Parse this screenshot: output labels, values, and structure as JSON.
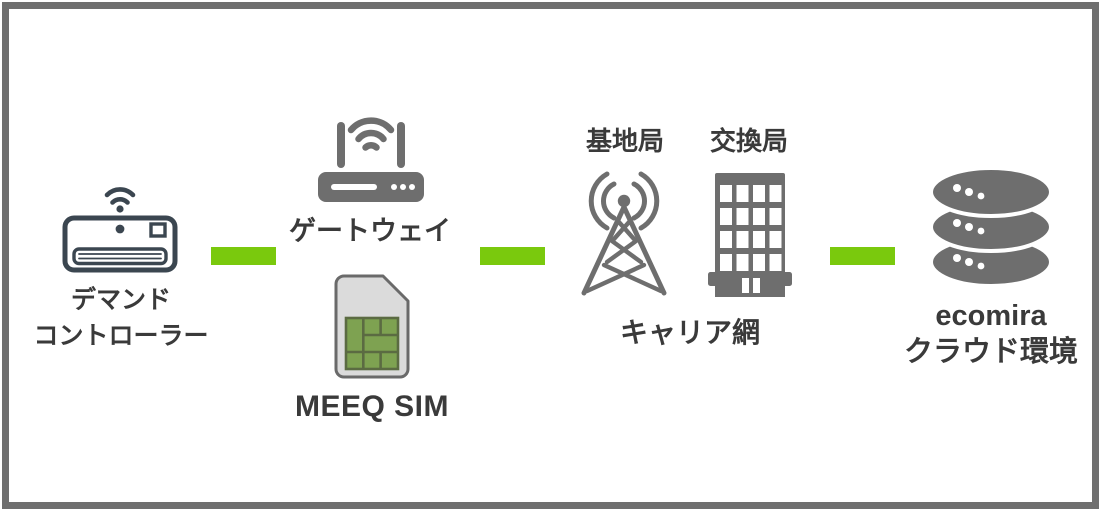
{
  "diagram_title": "demand-controller-to-cloud-connection-diagram",
  "nodes": {
    "demand_controller": {
      "label_line1": "デマンド",
      "label_line2": "コントローラー",
      "icon": "air-conditioner-with-wifi-icon"
    },
    "gateway": {
      "label": "ゲートウェイ",
      "icon": "wifi-router-icon"
    },
    "sim": {
      "label": "MEEQ SIM",
      "icon": "sim-card-icon"
    },
    "carrier": {
      "base_station_label": "基地局",
      "exchange_label": "交換局",
      "label": "キャリア網",
      "icons": [
        "radio-tower-icon",
        "office-building-icon"
      ]
    },
    "cloud": {
      "label_line1": "ecomira",
      "label_line2": "クラウド環境",
      "icon": "database-stack-icon"
    }
  },
  "connectors": {
    "count": 3,
    "style": "green-dash",
    "color": "#7ac90d"
  },
  "colors": {
    "connector_green": "#7ac90d",
    "icon_gray": "#6e6e6e",
    "icon_dark_slate": "#3b4650",
    "label_text": "#3a3a3a",
    "frame_border": "#6f6f6f",
    "sim_card_body": "#dbdbdb",
    "sim_card_border": "#6a6a6a",
    "sim_chip_fill": "#7ea251",
    "sim_chip_lines": "#5b6b42"
  }
}
